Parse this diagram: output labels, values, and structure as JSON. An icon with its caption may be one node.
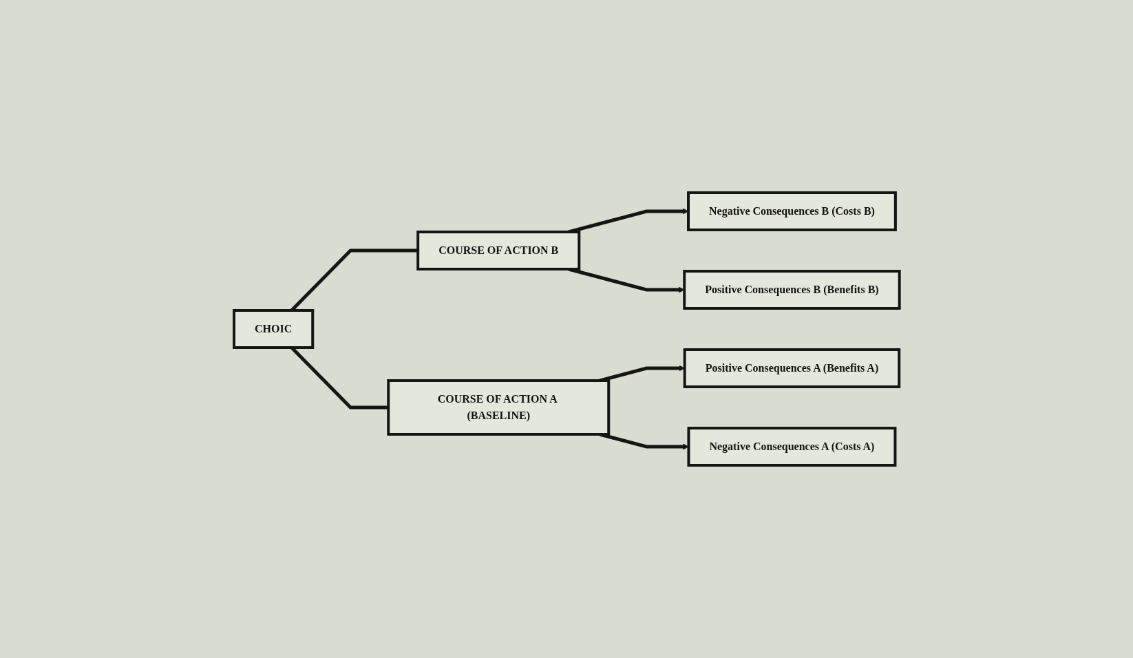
{
  "diagram": {
    "nodes": [
      {
        "text": [
          "CHOIC"
        ]
      },
      {
        "text": [
          "COURSE OF ACTION B"
        ]
      },
      {
        "text": [
          "Negative Consequences B (Costs B)"
        ]
      },
      {
        "text": [
          "Positive Consequences B (Benefits B)"
        ]
      },
      {
        "text": [
          "COURSE OF ACTION A (BASELINE)"
        ]
      },
      {
        "text": [
          "Positive Consequences A (Benefits A)"
        ]
      },
      {
        "text": [
          "Negative Consequences A (Costs A)"
        ]
      }
    ],
    "edges": [
      {
        "from": 0,
        "to": 1,
        "arrow": "none"
      },
      {
        "from": 0,
        "to": 4,
        "arrow": "none"
      },
      {
        "from": 1,
        "to": 2,
        "arrow": "to"
      },
      {
        "from": 1,
        "to": 3,
        "arrow": "to"
      },
      {
        "from": 4,
        "to": 5,
        "arrow": "to"
      },
      {
        "from": 4,
        "to": 6,
        "arrow": "to"
      }
    ]
  }
}
